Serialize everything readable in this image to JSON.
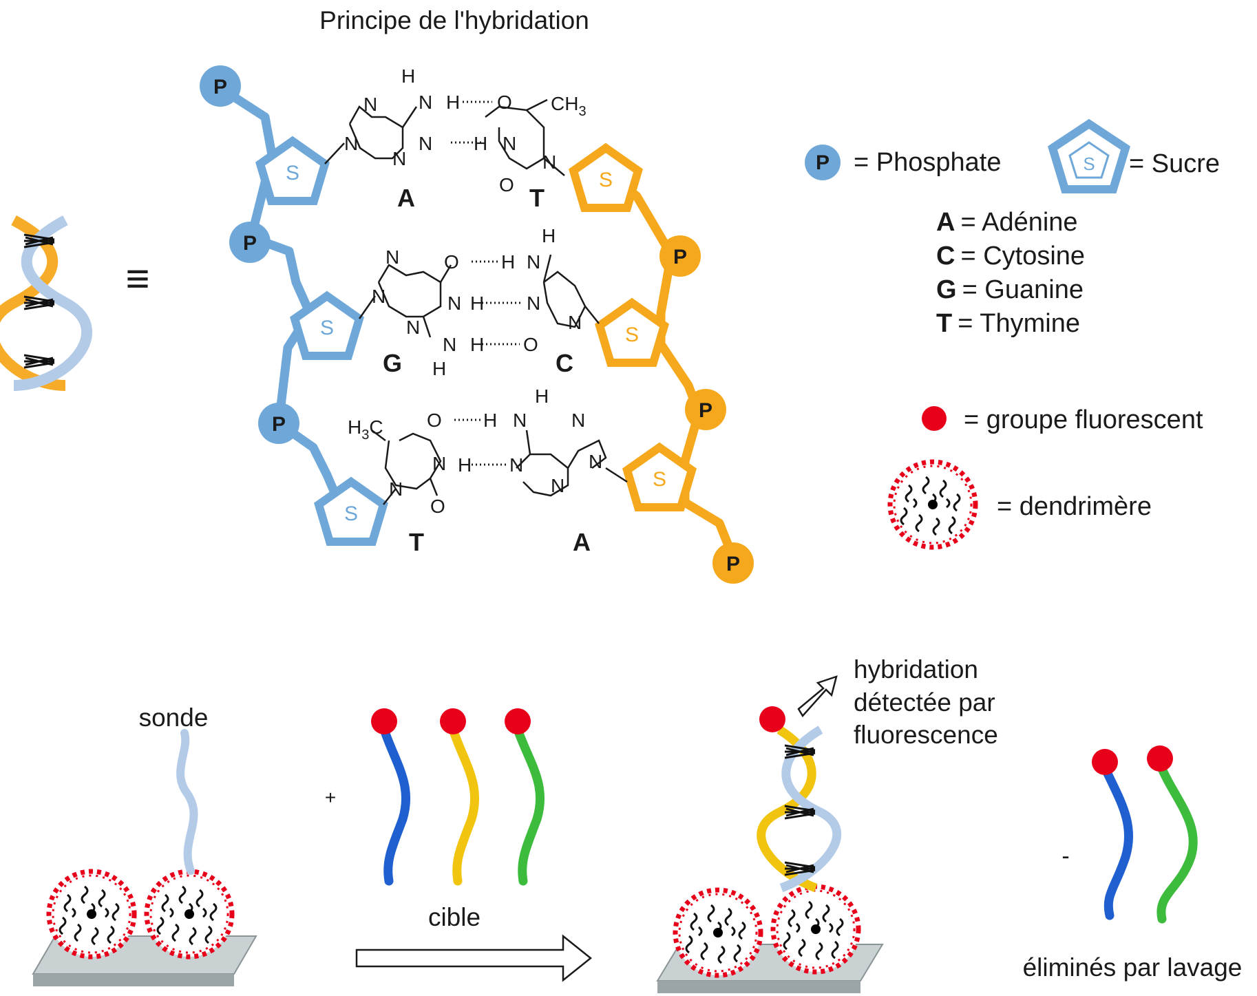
{
  "title": "Principe de l'hybridation",
  "equivalence_symbol": "≡",
  "colors": {
    "strand_blue": "#6fa8d8",
    "strand_orange": "#f5a81c",
    "fluorescent": "#e8001a",
    "dendrimer_shell": "#e8001a",
    "substrate": "#a7b0b3",
    "target_blue": "#1f5fd0",
    "target_yellow": "#f1c40f",
    "target_green": "#3dbb3d"
  },
  "phosphate_label": "P",
  "sugar_label": "S",
  "base_pairs": [
    {
      "left": "A",
      "right": "T"
    },
    {
      "left": "G",
      "right": "C"
    },
    {
      "left": "T",
      "right": "A"
    }
  ],
  "atoms": {
    "H": "H",
    "N": "N",
    "O": "O",
    "CH3": "CH",
    "sub3": "3",
    "H3C_h": "H",
    "H3C_c": "C"
  },
  "legend": {
    "phosphate": "= Phosphate",
    "sugar": "= Sucre",
    "bases": [
      {
        "letter": "A",
        "name": "= Adénine"
      },
      {
        "letter": "C",
        "name": "= Cytosine"
      },
      {
        "letter": "G",
        "name": "= Guanine"
      },
      {
        "letter": "T",
        "name": "= Thymine"
      }
    ],
    "fluorescent": "= groupe fluorescent",
    "dendrimer": "= dendrimère"
  },
  "process": {
    "probe": "sonde",
    "plus": "+",
    "target": "cible",
    "detected": [
      "hybridation",
      "détectée par",
      "fluorescence"
    ],
    "minus": "-",
    "washed": "éliminés par lavage"
  }
}
